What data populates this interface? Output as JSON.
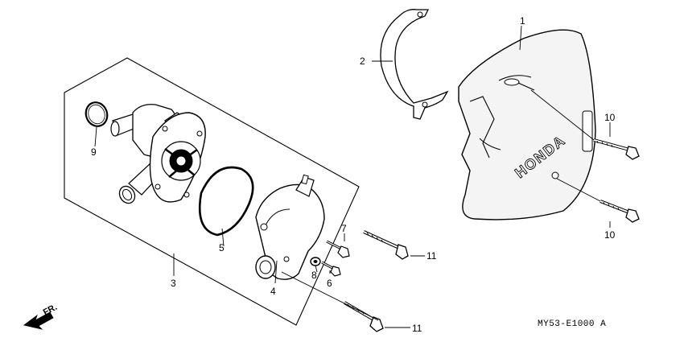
{
  "diagram_code": "MY53-E1000 A",
  "direction_label": "FR.",
  "brand_mark": "HONDA",
  "callouts": {
    "p1": "1",
    "p2": "2",
    "p3": "3",
    "p4": "4",
    "p5": "5",
    "p6": "6",
    "p7": "7",
    "p8": "8",
    "p9": "9",
    "p10a": "10",
    "p10b": "10",
    "p11a": "11",
    "p11b": "11"
  }
}
